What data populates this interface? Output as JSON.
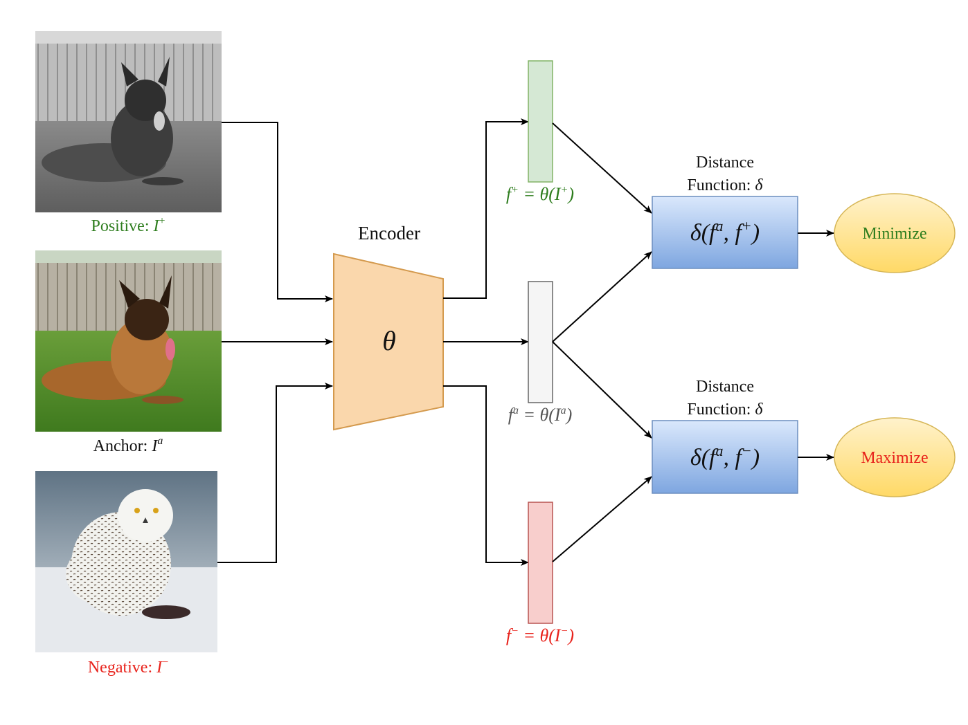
{
  "inputs": {
    "positive": {
      "label_prefix": "Positive: ",
      "symbol": "I",
      "sup": "+",
      "color": "#2e7d1e",
      "image_desc": "grayscale dog"
    },
    "anchor": {
      "label_prefix": "Anchor: ",
      "symbol": "I",
      "sup": "a",
      "color": "#111111",
      "image_desc": "color dog"
    },
    "negative": {
      "label_prefix": "Negative: ",
      "symbol": "I",
      "sup": "−",
      "color": "#e8231c",
      "image_desc": "snowy owl"
    }
  },
  "encoder": {
    "title": "Encoder",
    "symbol": "θ",
    "fill": "#fad7ac",
    "stroke": "#d49a4e"
  },
  "features": {
    "positive": {
      "lhs": "f",
      "sup": "+",
      "rhs_open": " = θ(I",
      "rhs_close": ")",
      "color": "#2e7d1e",
      "fill": "#d5e8d4",
      "stroke": "#82b366"
    },
    "anchor": {
      "lhs": "f",
      "sup": "a",
      "rhs_open": " = θ(I",
      "rhs_close": ")",
      "color": "#555555",
      "fill": "#f5f5f5",
      "stroke": "#666666"
    },
    "negative": {
      "lhs": "f",
      "sup": "−",
      "rhs_open": " = θ(I",
      "rhs_close": ")",
      "color": "#e8231c",
      "fill": "#f8cecc",
      "stroke": "#b85450"
    }
  },
  "distance": {
    "title_line1": "Distance",
    "title_line2": "Function: ",
    "title_symbol": "δ",
    "positive_formula": {
      "open": "δ(f",
      "mid": ", f",
      "sup_a": "a",
      "sup_b": "+",
      "close": ")"
    },
    "negative_formula": {
      "open": "δ(f",
      "mid": ", f",
      "sup_a": "a",
      "sup_b": "−",
      "close": ")"
    },
    "fill_top": "#dae8fc",
    "fill_bottom": "#7ea6e0",
    "stroke": "#6c8ebf"
  },
  "objectives": {
    "minimize": {
      "label": "Minimize",
      "color": "#2e7d1e"
    },
    "maximize": {
      "label": "Maximize",
      "color": "#e8231c"
    },
    "fill_top": "#fff2cc",
    "fill_bottom": "#ffd966",
    "stroke": "#d6b656"
  }
}
